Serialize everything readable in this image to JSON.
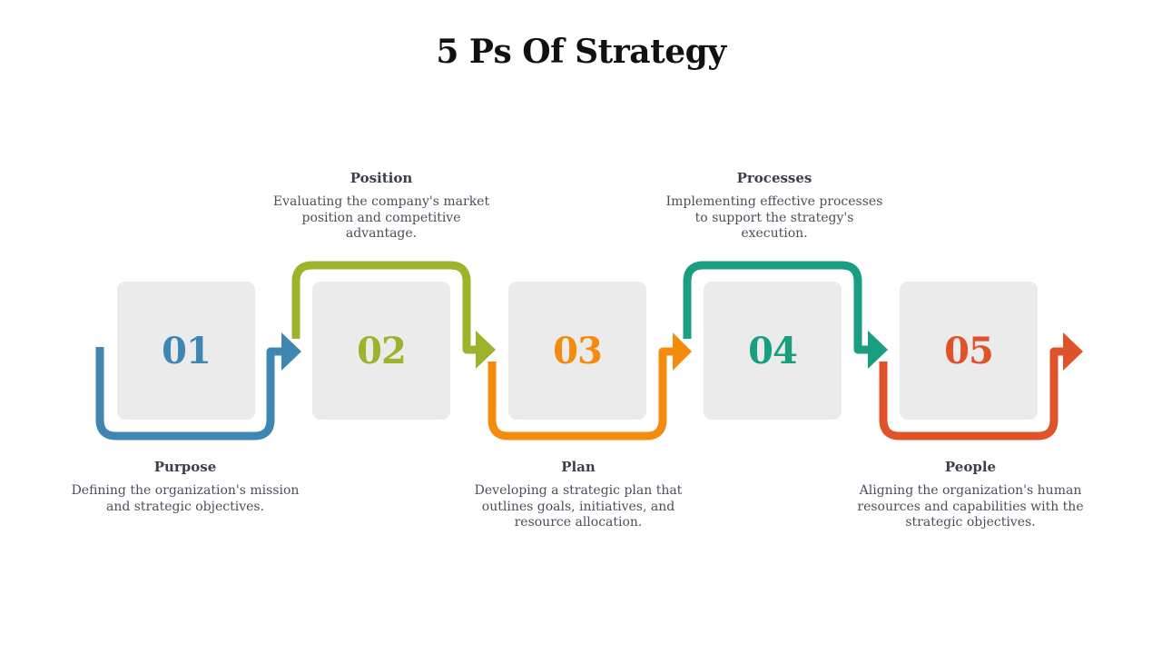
{
  "title": "5 Ps Of Strategy",
  "colors": {
    "step1": "#3f87b2",
    "step2": "#9fb22b",
    "step3": "#f38b0c",
    "step4": "#1a9e82",
    "step5": "#e0522a",
    "box": "#ebebeb"
  },
  "steps": [
    {
      "number": "01",
      "heading": "Purpose",
      "description": "Defining the organization's mission and strategic objectives."
    },
    {
      "number": "02",
      "heading": "Position",
      "description": "Evaluating the company's market position and competitive advantage."
    },
    {
      "number": "03",
      "heading": "Plan",
      "description": "Developing a strategic plan that outlines goals, initiatives, and resource allocation."
    },
    {
      "number": "04",
      "heading": "Processes",
      "description": "Implementing effective processes to support the strategy's execution."
    },
    {
      "number": "05",
      "heading": "People",
      "description": "Aligning the organization's human resources and capabilities with the strategic objectives."
    }
  ]
}
